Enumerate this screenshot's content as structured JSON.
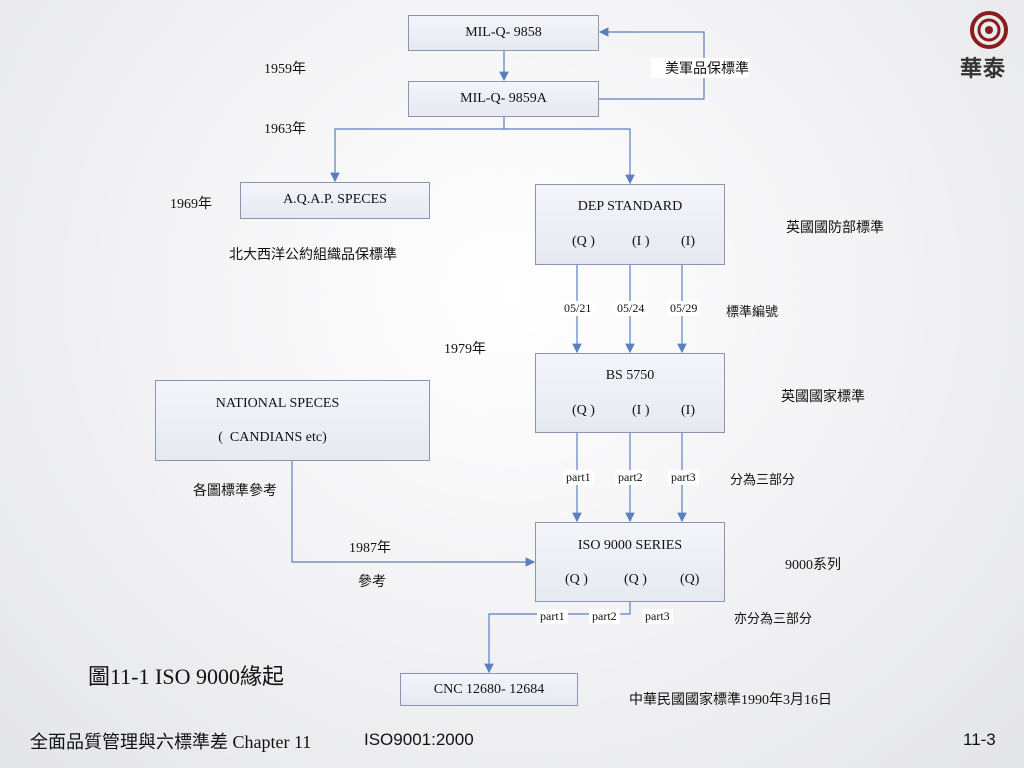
{
  "boxes": {
    "mil_q_9858": "MIL-Q- 9858",
    "mil_q_9859a": "MIL-Q- 9859A",
    "aqap": "A.Q.A.P. SPECES",
    "dep": {
      "title": "DEP STANDARD",
      "parts": [
        "(Q )",
        "(I )",
        "(I)"
      ]
    },
    "bs5750": {
      "title": "BS 5750",
      "parts": [
        "(Q )",
        "(I )",
        "(I)"
      ]
    },
    "national": {
      "line1": "NATIONAL SPECES",
      "line2": "(  CANDIANS etc)"
    },
    "iso9000": {
      "title": "ISO 9000 SERIES",
      "parts": [
        "(Q )",
        "(Q )",
        "(Q)"
      ]
    },
    "cnc": "CNC 12680- 12684"
  },
  "labels": {
    "y1959": "1959年",
    "y1963": "1963年",
    "y1969": "1969年",
    "y1979": "1979年",
    "y1987": "1987年",
    "us_military": "美軍品保標準",
    "nato": "北大西洋公約組織品保標準",
    "uk_defense": "英國國防部標準",
    "standard_number": "標準編號",
    "uk_national": "英國國家標準",
    "national_ref": "各圖標準參考",
    "three_parts": "分為三部分",
    "reference": "參考",
    "series_9000": "9000系列",
    "also_three_parts": "亦分為三部分",
    "roc_standard": "中華民國國家標準1990年3月16日"
  },
  "tags": {
    "dep_numbers": [
      "05/21",
      "05/24",
      "05/29"
    ],
    "bs_parts": [
      "part1",
      "part2",
      "part3"
    ],
    "iso_parts": [
      "part1",
      "part2",
      "part3"
    ]
  },
  "caption": "圖11-1  ISO 9000緣起",
  "footer": {
    "left": "全面品質管理與六標準差   Chapter 11",
    "middle": "ISO9001:2000",
    "page": "11-3"
  },
  "logo": {
    "text": "華泰"
  },
  "colors": {
    "connector": "#5b7fbf",
    "box_border": "#8a96b0"
  }
}
